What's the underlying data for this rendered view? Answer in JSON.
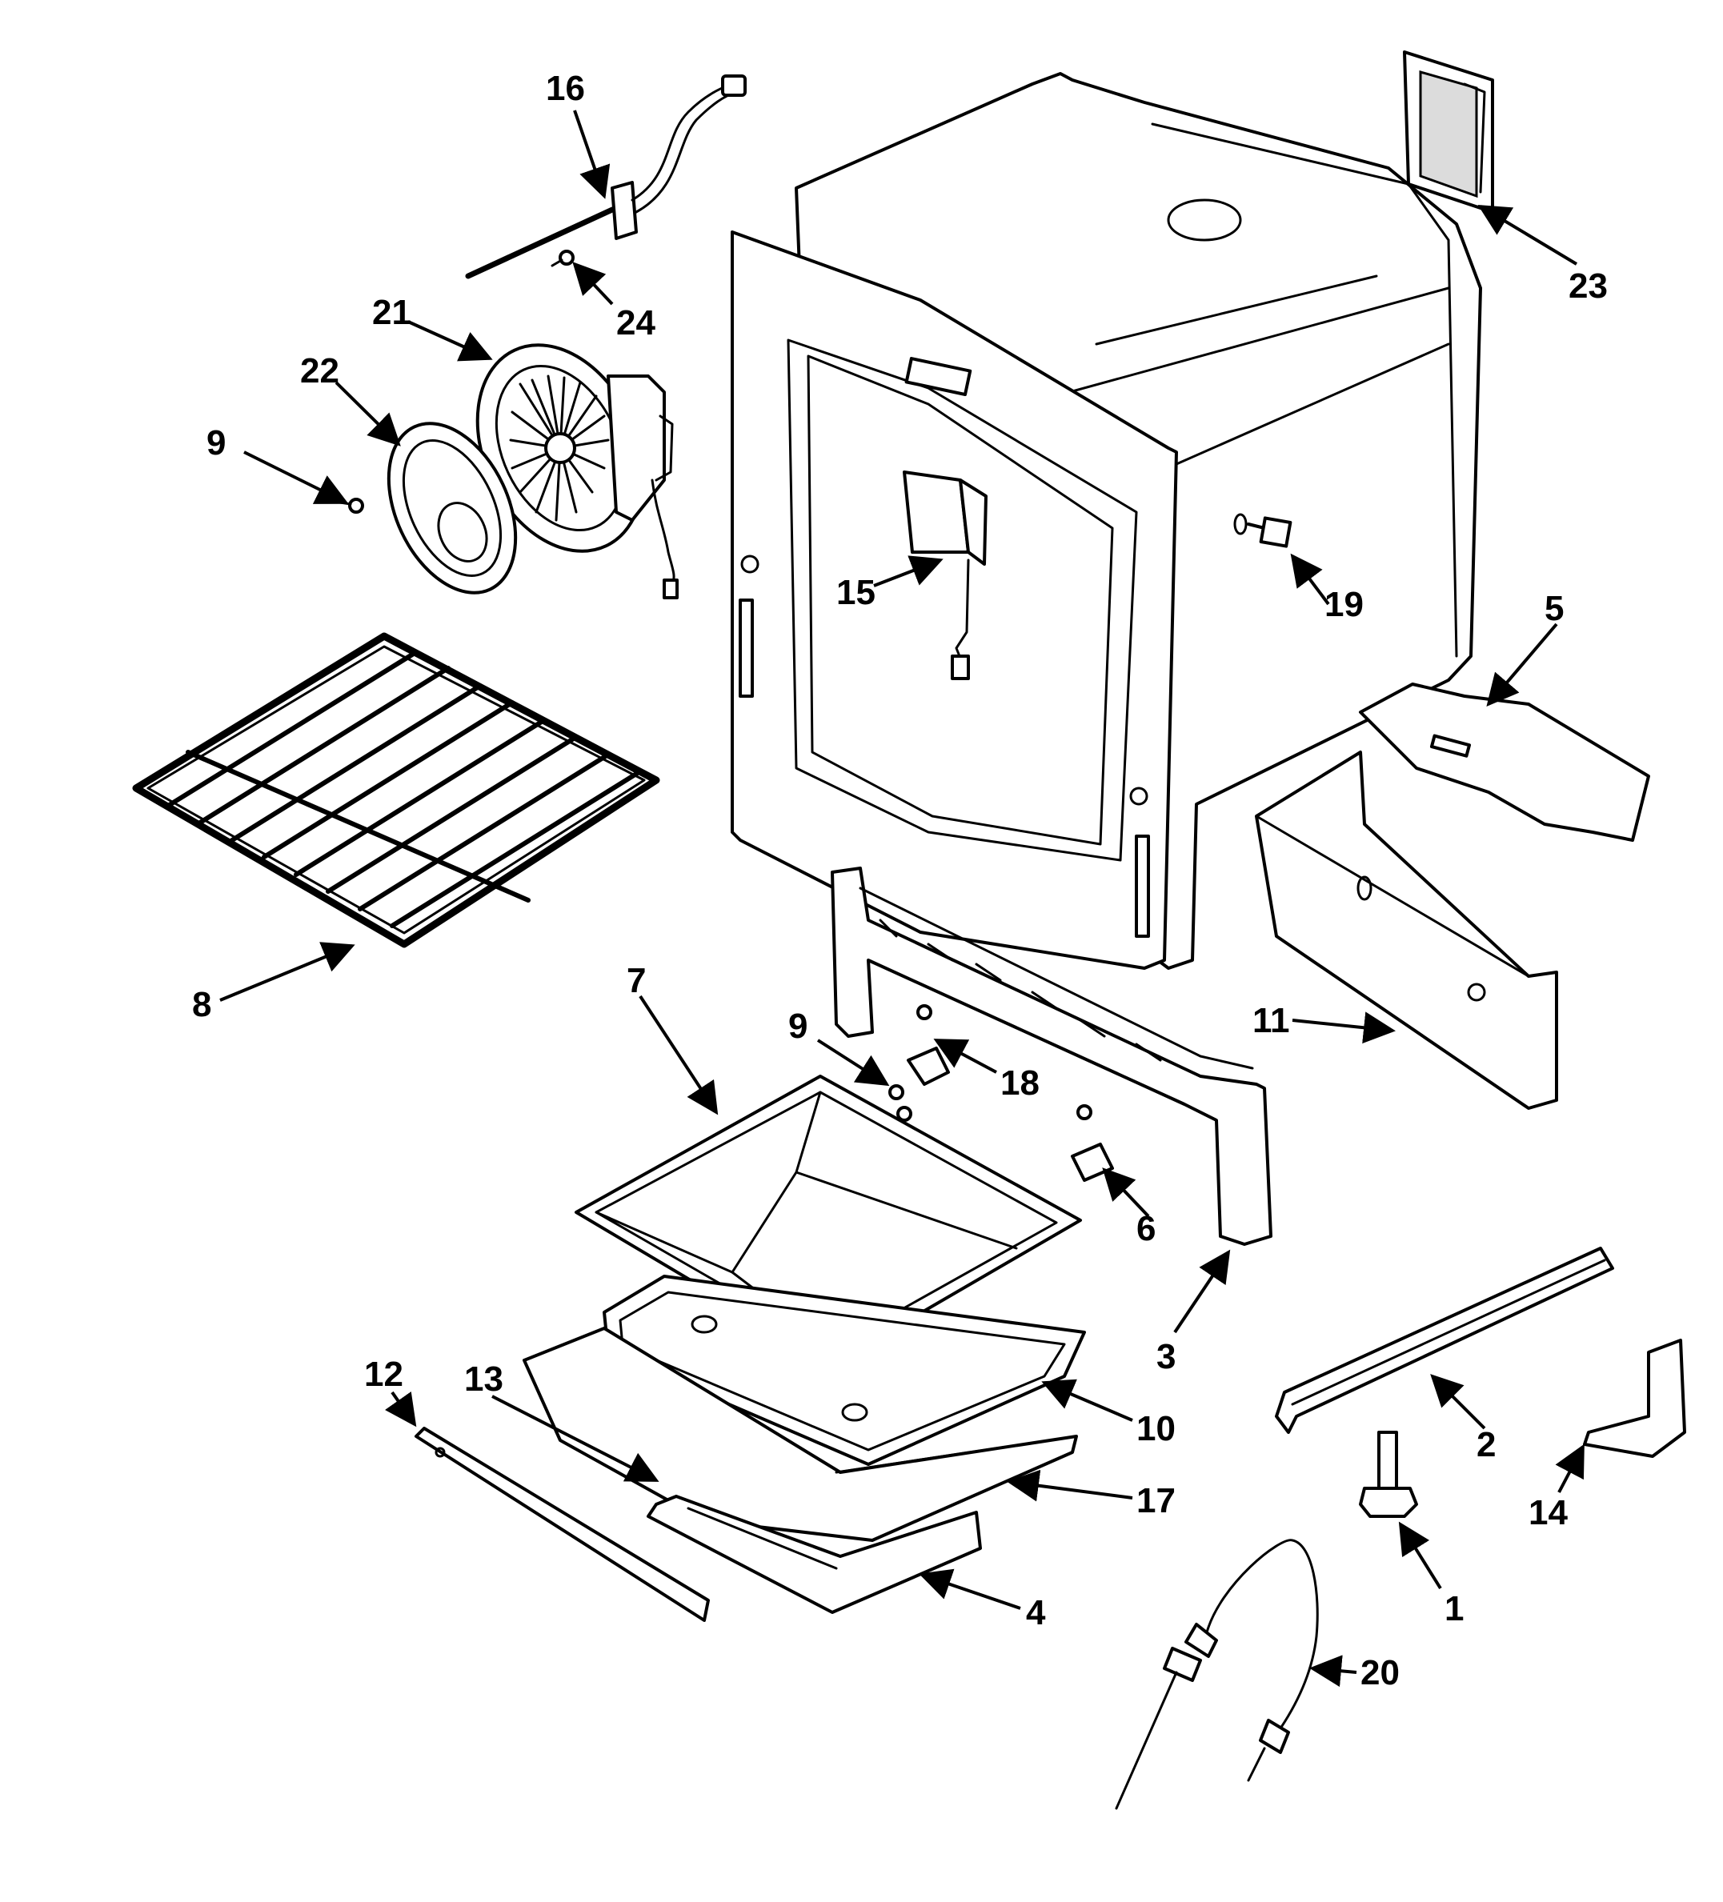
{
  "diagram": {
    "callouts": {
      "p16": "16",
      "p24": "24",
      "p21": "21",
      "p22": "22",
      "p9a": "9",
      "p23": "23",
      "p15": "15",
      "p19": "19",
      "p5": "5",
      "p8": "8",
      "p7": "7",
      "p9b": "9",
      "p18": "18",
      "p11": "11",
      "p6": "6",
      "p3": "3",
      "p12": "12",
      "p13": "13",
      "p10": "10",
      "p17": "17",
      "p4": "4",
      "p2": "2",
      "p14": "14",
      "p1": "1",
      "p20": "20"
    }
  },
  "colors": {
    "line": "#000000",
    "background": "#ffffff"
  }
}
